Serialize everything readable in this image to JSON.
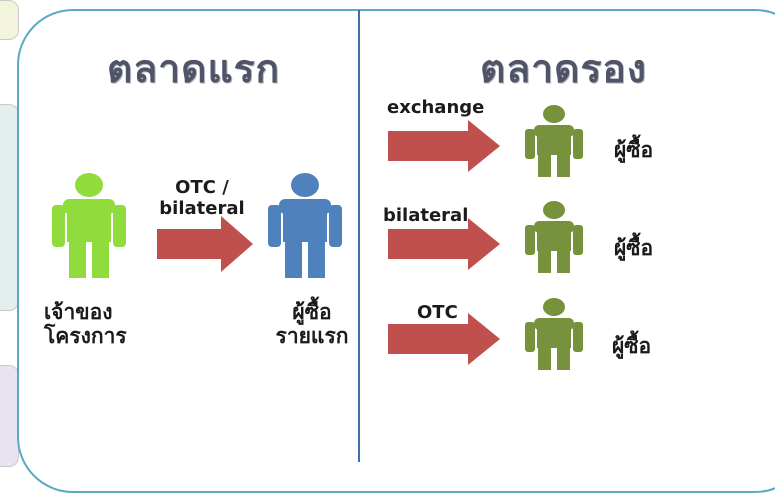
{
  "primary_market": {
    "title": "ตลาดแรก",
    "issuer_label_line1": "เจ้าของ",
    "issuer_label_line2": "โครงการ",
    "arrow_label_line1": "OTC /",
    "arrow_label_line2": "bilateral",
    "buyer_label_line1": "ผู้ซื้อ",
    "buyer_label_line2": "รายแรก"
  },
  "secondary_market": {
    "title": "ตลาดรอง",
    "rows": [
      {
        "arrow_label": "exchange",
        "buyer_label": "ผู้ซื้อ"
      },
      {
        "arrow_label": "bilateral",
        "buyer_label": "ผู้ซื้อ"
      },
      {
        "arrow_label": "OTC",
        "buyer_label": "ผู้ซื้อ"
      }
    ]
  },
  "colors": {
    "issuer": "#8fdc3c",
    "first_buyer": "#4f81bd",
    "secondary_buyer": "#76923c",
    "arrow": "#c0504d",
    "frame": "#5ba8c7",
    "divider": "#3f6fa8",
    "heading": "#4f5466"
  },
  "icons": [
    "person-icon",
    "right-arrow-icon"
  ]
}
